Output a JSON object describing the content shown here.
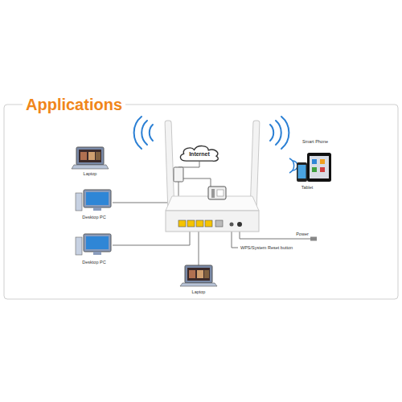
{
  "diagram": {
    "title": "Applications",
    "nodes": [
      {
        "text": [
          "Internet"
        ]
      }
    ],
    "labels": [
      "Laptop",
      "Desktop PC",
      "Desktop PC",
      "Laptop",
      "Smart Phone",
      "Tablet",
      "Power",
      "WPS/System Reset button"
    ]
  }
}
